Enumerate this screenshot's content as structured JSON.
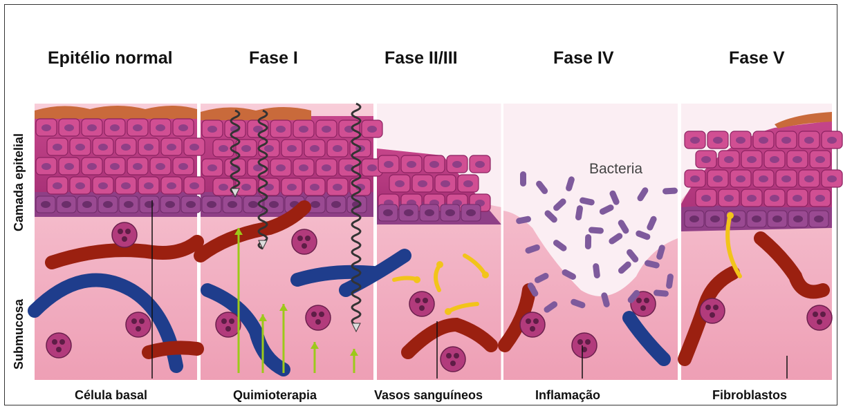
{
  "titles": {
    "normal": "Epitélio normal",
    "phase1": "Fase I",
    "phase2": "Fase II/III",
    "phase4": "Fase IV",
    "phase5": "Fase V"
  },
  "side_labels": {
    "epithelial": "Camada epitelial",
    "submucosa": "Submucosa"
  },
  "bottom_labels": {
    "basal": "Célula basal",
    "chemo": "Quimioterapia",
    "vessels": "Vasos sanguíneos",
    "inflammation": "Inflamação",
    "fibroblasts": "Fibroblastos"
  },
  "annotations": {
    "bacteria": "Bacteria"
  },
  "colors": {
    "epithelium": "#c2407f",
    "basal_layer": "#8f3f86",
    "submucosa": "#f5c6d3",
    "blood_vessel_red": "#9b2010",
    "blood_vessel_blue": "#1f3d8c",
    "bacteria": "#7e5a9c",
    "arrow_green": "#9cc91a",
    "arrow_yellow": "#f2c41a",
    "surface_brown": "#c96a3b"
  }
}
